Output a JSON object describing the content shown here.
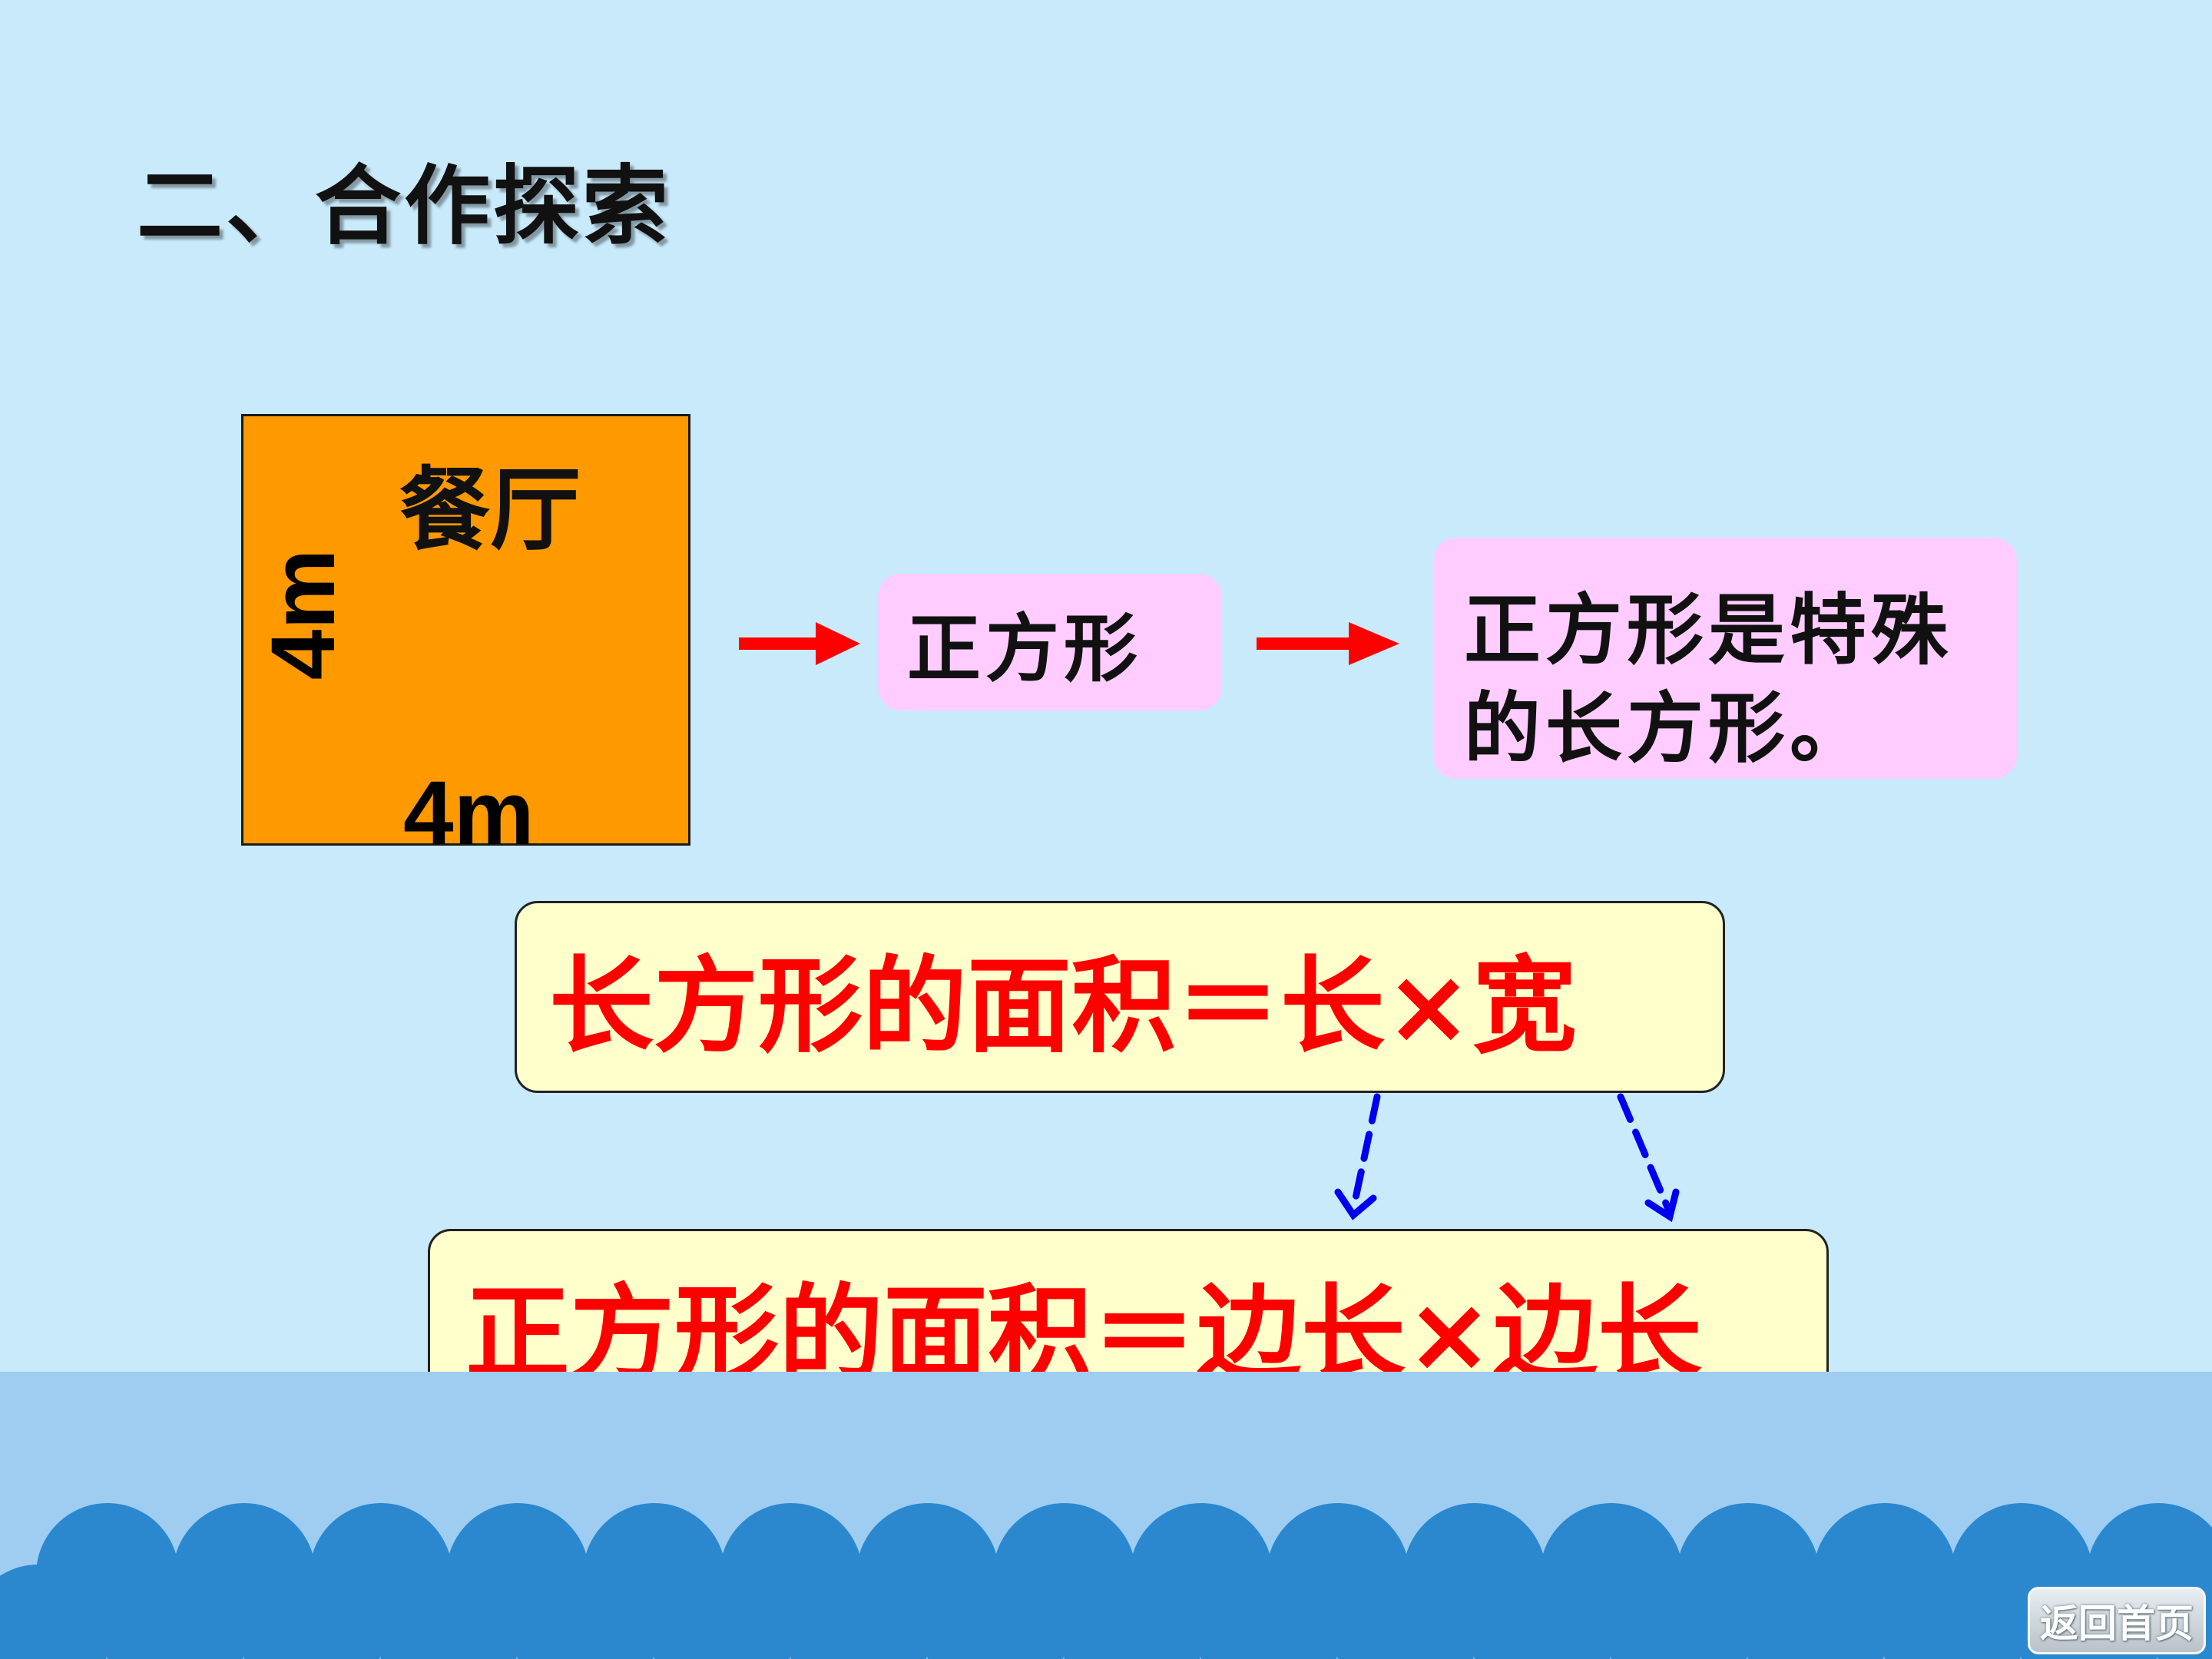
{
  "page": {
    "title": "二、合作探索"
  },
  "figure": {
    "room_name": "餐厅",
    "side_length": "4m",
    "bottom_length": "4m",
    "fill_color": "#fe9900"
  },
  "shape_label": "正方形",
  "note": {
    "line1": "正方形是特殊",
    "line2": "的长方形。"
  },
  "formulas": {
    "rectangle": "长方形的面积＝长×宽",
    "square": "正方形的面积＝边长×边长"
  },
  "colors": {
    "background": "#c9eafb",
    "formula_text": "#fe0000",
    "formula_box": "#ffffcc",
    "note_box": "#ffccff",
    "arrow": "#fe0000",
    "link_arrow": "#0000ee",
    "wave": "#2b88cf"
  },
  "nav": {
    "home_button_label": "返回首页"
  }
}
